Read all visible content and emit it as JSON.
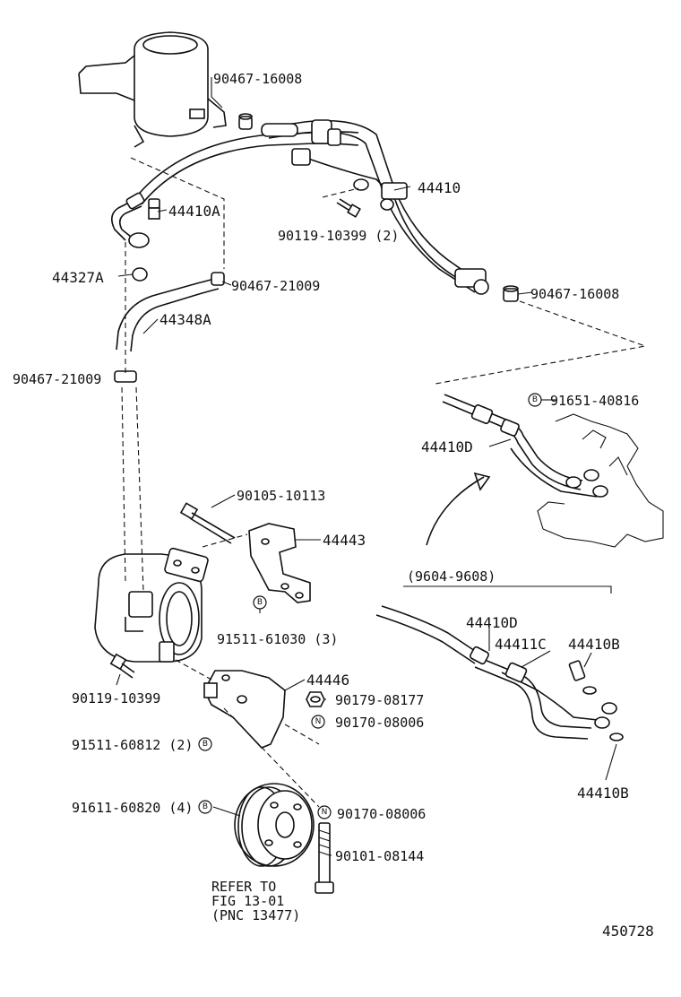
{
  "labels": {
    "p90467_16008_top": "90467-16008",
    "p44410": "44410",
    "p44410A": "44410A",
    "p90119_10399_2": "90119-10399 (2)",
    "p44327A": "44327A",
    "p90467_21009_a": "90467-21009",
    "p90467_16008_b": "90467-16008",
    "p44348A": "44348A",
    "p90467_21009_b": "90467-21009",
    "p91651_40816": "91651-40816",
    "p44410D_a": "44410D",
    "p90105_10113": "90105-10113",
    "p44443": "44443",
    "p91511_61030": "91511-61030 (3)",
    "p9604_9608": "(9604-9608)",
    "p44410D_b": "44410D",
    "p44411C": "44411C",
    "p44410B_a": "44410B",
    "p90119_10399": "90119-10399",
    "p44446": "44446",
    "p90179_08177": "90179-08177",
    "p90170_08006_a": "90170-08006",
    "p91511_60812": "91511-60812 (2)",
    "p44410B_b": "44410B",
    "p91611_60820": "91611-60820 (4)",
    "p90170_08006_b": "90170-08006",
    "p90101_08144": "90101-08144",
    "refer_1": "REFER TO",
    "refer_2": "FIG 13-01",
    "refer_3": "(PNC 13477)",
    "diagram_number": "450728"
  },
  "markers": {
    "bolt_mark": "B",
    "nut_mark": "N"
  }
}
